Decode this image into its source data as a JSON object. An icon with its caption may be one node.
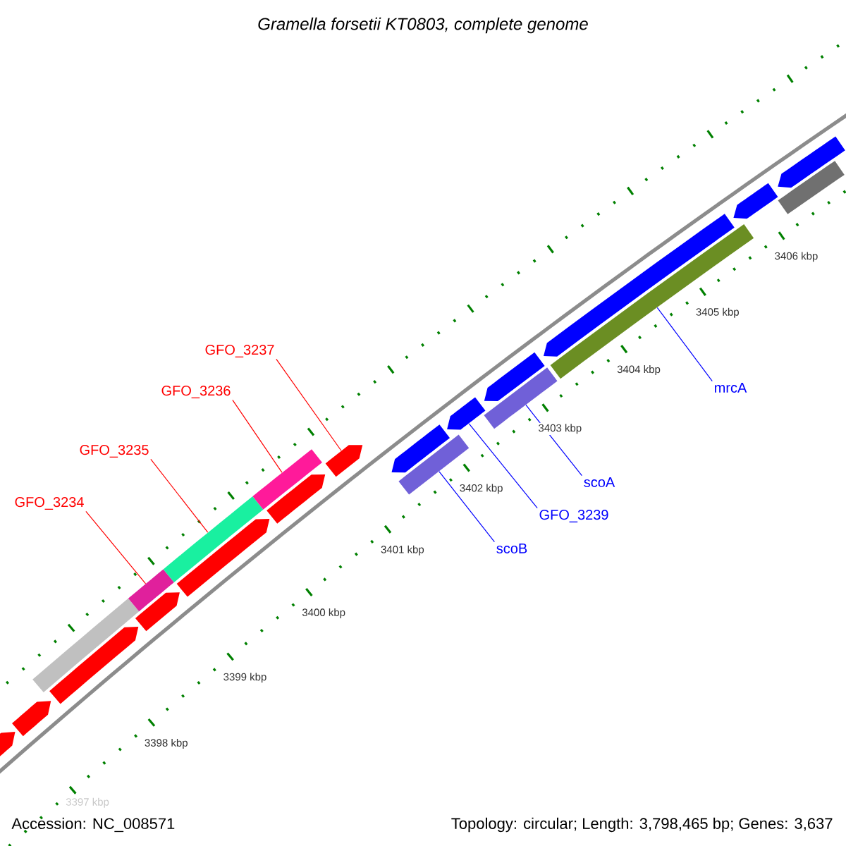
{
  "diagram": {
    "title": "Gramella forsetii KT0803, complete genome",
    "nodes": [
      {
        "text": [
          "GFO_3234"
        ]
      },
      {
        "text": [
          "GFO_3235"
        ]
      },
      {
        "text": [
          "GFO_3236"
        ]
      },
      {
        "text": [
          "GFO_3237"
        ]
      },
      {
        "text": [
          "scoB"
        ]
      },
      {
        "text": [
          "GFO_3239"
        ]
      },
      {
        "text": [
          "scoA"
        ]
      },
      {
        "text": [
          "mrcA"
        ]
      },
      {
        "text": [],
        "shape": "pentagon"
      },
      {
        "text": [],
        "shape": "pentagon"
      },
      {
        "text": [],
        "shape": "bar"
      },
      {
        "text": [],
        "shape": "pentagon"
      },
      {
        "text": [],
        "shape": "pentagon"
      },
      {
        "text": [],
        "shape": "bar"
      },
      {
        "text": [],
        "shape": "bar"
      },
      {
        "text": [],
        "shape": "pentagon"
      },
      {
        "text": [],
        "shape": "bar"
      },
      {
        "text": [],
        "shape": "pentagon"
      },
      {
        "text": [],
        "shape": "pentagon"
      },
      {
        "text": [],
        "shape": "pentagon"
      },
      {
        "text": [],
        "shape": "bar"
      },
      {
        "text": [],
        "shape": "pentagon"
      },
      {
        "text": [],
        "shape": "bar"
      },
      {
        "text": [],
        "shape": "pentagon"
      },
      {
        "text": [],
        "shape": "bar"
      },
      {
        "text": [],
        "shape": "pentagon"
      },
      {
        "text": [],
        "shape": "pentagon"
      },
      {
        "text": [],
        "shape": "bar"
      },
      {
        "text": [],
        "shape": "pentagon"
      }
    ],
    "edges": [
      {
        "from": 0,
        "to": 13,
        "arrow": "none",
        "color": "#ff0000"
      },
      {
        "from": 1,
        "to": 14,
        "arrow": "none",
        "color": "#ff0000"
      },
      {
        "from": 2,
        "to": 16,
        "arrow": "none",
        "color": "#ff0000"
      },
      {
        "from": 3,
        "to": 18,
        "arrow": "none",
        "color": "#ff0000"
      },
      {
        "from": 4,
        "to": 20,
        "arrow": "none",
        "color": "#0000ff"
      },
      {
        "from": 5,
        "to": 21,
        "arrow": "none",
        "color": "#0000ff"
      },
      {
        "from": 6,
        "to": 22,
        "arrow": "none",
        "color": "#0000ff"
      },
      {
        "from": 7,
        "to": 24,
        "arrow": "none",
        "color": "#0000ff"
      }
    ],
    "labels": [
      "3397 kbp",
      "3398 kbp",
      "3399 kbp",
      "3400 kbp",
      "3401 kbp",
      "3402 kbp",
      "3403 kbp",
      "3404 kbp",
      "3405 kbp",
      "3406 kbp",
      "Accession: NC_008571",
      "Topology: circular; Length: 3,798,465 bp; Genes: 3,637"
    ]
  }
}
